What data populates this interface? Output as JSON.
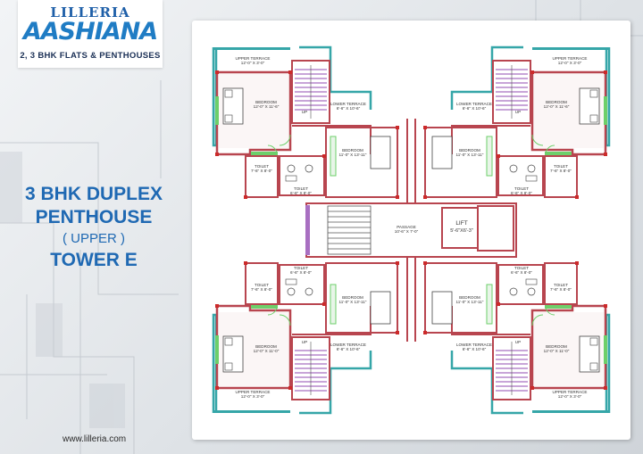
{
  "logo": {
    "brand": "LILLERIA",
    "name": "AASHIANA",
    "tagline": "2, 3 BHK FLATS & PENTHOUSES"
  },
  "title": {
    "line1": "3 BHK DUPLEX",
    "line2": "PENTHOUSE",
    "line3": "( UPPER )",
    "line4": "TOWER E"
  },
  "website": "www.lilleria.com",
  "plan": {
    "upper_terrace": "UPPER TERRACE",
    "upper_terrace_dim": "12'-0\" X 3'-0\"",
    "bedroom": "BEDROOM",
    "bedroom_dim_top": "12'-0\" X 11'-6\"",
    "bedroom_dim_bottom": "12'-0\" X 11'-0\"",
    "lower_terrace": "LOWER TERRACE",
    "lower_terrace_dim": "6'-6\" X 10'-6\"",
    "toilet": "TOILET",
    "toilet_dim_outer": "7'-6\" X 8'-0\"",
    "toilet_dim_inner": "6'-6\" X 8'-0\"",
    "inner_bedroom_dim": "11'-0\" X 13'-11\"",
    "passage": "PASSAGE",
    "passage_dim": "10'-6\" X 7'-0\"",
    "lift": "LIFT",
    "lift_dim": "5'-6\"X6'-3\"",
    "up_label": "UP"
  },
  "colors": {
    "wall": "#b8454f",
    "terrace": "#35a6a8",
    "glazing": "#6dcf6a",
    "stair": "#a86fc1",
    "title_blue": "#1f69b3"
  }
}
